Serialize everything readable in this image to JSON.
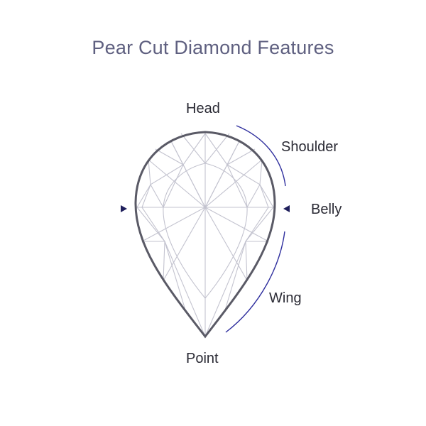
{
  "title": "Pear Cut Diamond Features",
  "labels": {
    "head": "Head",
    "shoulder": "Shoulder",
    "belly": "Belly",
    "wing": "Wing",
    "point": "Point"
  },
  "side_id": "1285585854",
  "colors": {
    "outline": "#5a5a66",
    "facet": "#c3c3cf",
    "accent": "#2f2f9e",
    "title": "#5f6080"
  }
}
